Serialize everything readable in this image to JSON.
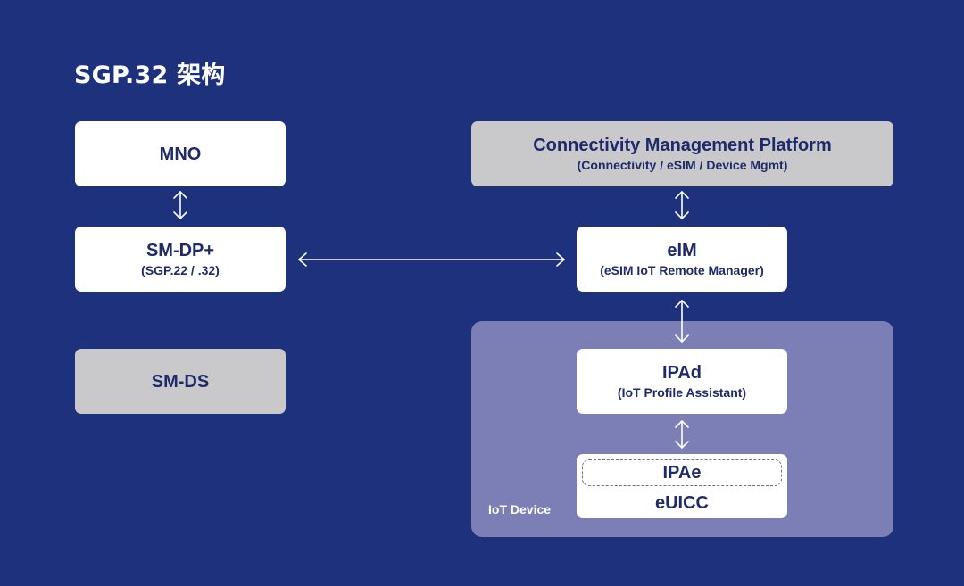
{
  "title": "SGP.32 架构",
  "nodes": {
    "mno": {
      "label": "MNO"
    },
    "smdp": {
      "label": "SM-DP+",
      "sub": "(SGP.22 / .32)"
    },
    "smds": {
      "label": "SM-DS"
    },
    "cmp": {
      "label": "Connectivity Management Platform",
      "sub": "(Connectivity / eSIM / Device Mgmt)"
    },
    "eim": {
      "label": "eIM",
      "sub": "(eSIM IoT Remote Manager)"
    },
    "ipad": {
      "label": "IPAd",
      "sub": "(IoT Profile Assistant)"
    },
    "ipae": {
      "label": "IPAe"
    },
    "euicc": {
      "label": "eUICC"
    }
  },
  "device_group": {
    "label": "IoT Device"
  },
  "colors": {
    "background": "#1d317d",
    "box_white": "#ffffff",
    "box_grey": "#c9c9cb",
    "device_group": "#7c7fb5",
    "text": "#1f2a6b"
  }
}
